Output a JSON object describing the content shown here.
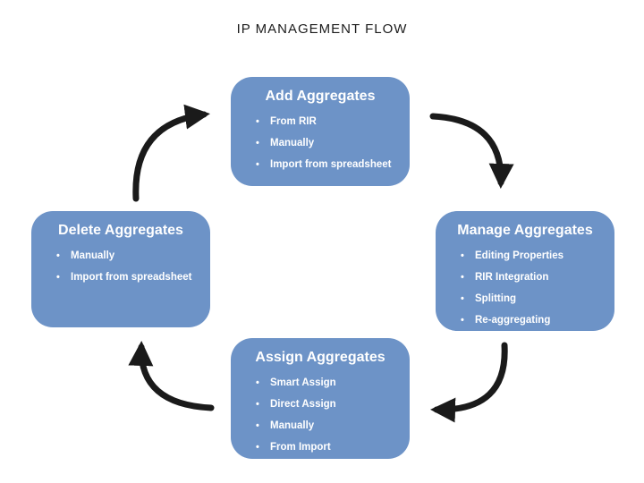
{
  "title": "IP MANAGEMENT FLOW",
  "colors": {
    "node_fill": "#6D93C7",
    "node_text": "#FFFFFF",
    "arrow": "#1A1A1A",
    "background": "#FFFFFF"
  },
  "nodes": {
    "add": {
      "title": "Add Aggregates",
      "items": [
        "From RIR",
        "Manually",
        "Import from spreadsheet"
      ]
    },
    "manage": {
      "title": "Manage Aggregates",
      "items": [
        "Editing Properties",
        "RIR Integration",
        "Splitting",
        "Re-aggregating"
      ]
    },
    "assign": {
      "title": "Assign Aggregates",
      "items": [
        "Smart Assign",
        "Direct Assign",
        "Manually",
        "From Import"
      ]
    },
    "delete": {
      "title": "Delete Aggregates",
      "items": [
        "Manually",
        "Import from spreadsheet"
      ]
    }
  },
  "flow": [
    {
      "from": "Add Aggregates",
      "to": "Manage Aggregates"
    },
    {
      "from": "Manage Aggregates",
      "to": "Assign Aggregates"
    },
    {
      "from": "Assign Aggregates",
      "to": "Delete Aggregates"
    },
    {
      "from": "Delete Aggregates",
      "to": "Add Aggregates"
    }
  ]
}
